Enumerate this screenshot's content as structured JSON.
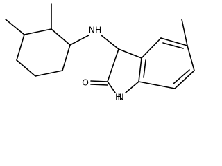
{
  "structure": {
    "atoms": {
      "nh_amine": "NH",
      "n_ring": "N",
      "n_ring_h": "H",
      "oxygen": "O"
    }
  }
}
